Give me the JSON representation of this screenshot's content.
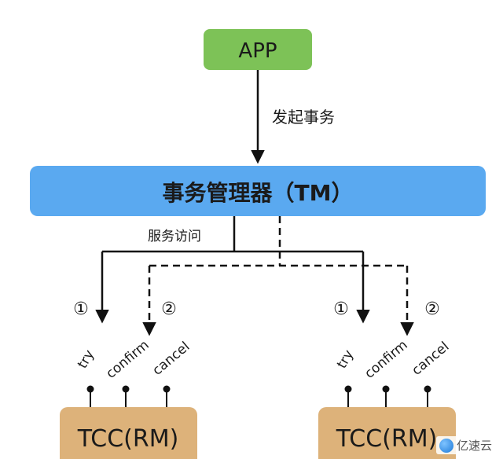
{
  "nodes": {
    "app": {
      "label": "APP",
      "color": "#7dc257"
    },
    "tm": {
      "label": "事务管理器（TM）",
      "color": "#5aa9f0"
    },
    "rm_left": {
      "label": "TCC(RM)",
      "color": "#ddb27a"
    },
    "rm_right": {
      "label": "TCC(RM)",
      "color": "#ddb27a"
    }
  },
  "edges": {
    "app_to_tm": "发起事务",
    "service_access": "服务访问"
  },
  "steps": {
    "one": "①",
    "two": "②"
  },
  "ops": {
    "try": "try",
    "confirm": "confirm",
    "cancel": "cancel"
  },
  "watermark": {
    "text": "亿速云"
  }
}
